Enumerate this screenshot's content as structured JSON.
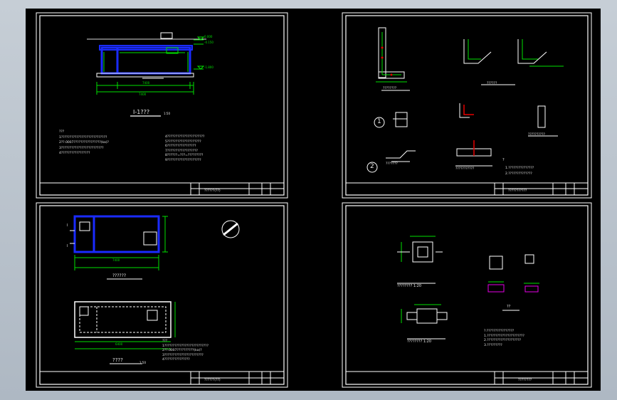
{
  "sheets": {
    "tl": {
      "section_title": "I-1???",
      "scale": "1:50",
      "title_block": "??????(??)",
      "notes_left": [
        "???",
        "1???????????????????????????",
        "2??.0007????????????????(ka)?",
        "3?????????????????????????",
        "4?????????????????"
      ],
      "notes_right": [
        "4??????????????????????",
        "5????????????????????",
        "6?????????????????",
        "7??????????????????",
        "8??????=???=?????????",
        "9????????????????????"
      ],
      "elev_labels": [
        "0.000",
        "-0.150",
        "-1.800"
      ],
      "dim_labels": [
        "7400",
        "7400"
      ]
    },
    "tr": {
      "title_block": "???????????",
      "label_one": "1",
      "label_two": "2",
      "captions": [
        "????????",
        "??????",
        "??????????",
        "???????????",
        "???????"
      ],
      "note_head": "?",
      "notes": [
        "1.???????????????",
        "2.??????????????"
      ]
    },
    "bl": {
      "plan_caption": "??????",
      "top_plan_caption": "????",
      "scale": "1:50",
      "title_block": "??????(??)",
      "notes": [
        "???",
        "1??????????????????????????",
        "2??.0007??????????(ka)?",
        "3???????????????????????",
        "4???????????????"
      ],
      "section_marks": [
        "I",
        "I"
      ],
      "dim_labels": [
        "7400",
        "6400"
      ]
    },
    "br": {
      "detail_a_caption": "????????  1:20",
      "detail_b_caption": "????????  1:20",
      "detail_c_caption": "??",
      "title_block": "????????",
      "notes": [
        "?:????????????????",
        "  1.??????????????????????",
        "  2.????????????????????",
        "  3.?????????"
      ]
    }
  }
}
